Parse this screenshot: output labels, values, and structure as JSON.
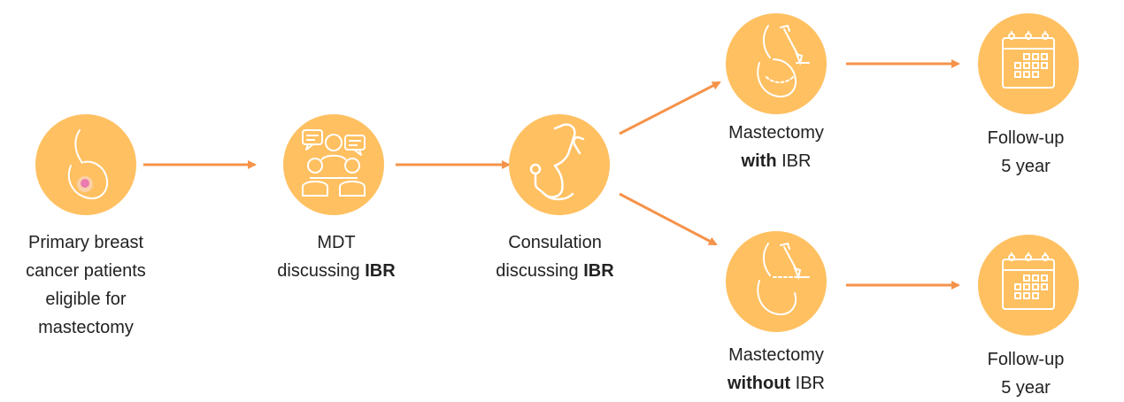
{
  "colors": {
    "node_fill": "#FFC061",
    "arrow": "#F5934A",
    "icon_stroke": "#ffffff",
    "tumor": "#E97BB0"
  },
  "nodes": [
    {
      "icon": "breast-with-tumor-icon",
      "lines": [
        "Primary breast",
        "cancer patients",
        "eligible for",
        "mastectomy"
      ]
    },
    {
      "icon": "mdt-discussion-icon",
      "line1": "MDT",
      "line2_pre": "discussing ",
      "line2_bold": "IBR"
    },
    {
      "icon": "stethoscope-icon",
      "line1": "Consulation",
      "line2_pre": "discussing ",
      "line2_bold": "IBR"
    },
    {
      "icon": "breast-reconstruction-icon",
      "line1": "Mastectomy",
      "line2_bold": "with",
      "line2_post": " IBR"
    },
    {
      "icon": "calendar-icon",
      "line1": "Follow-up",
      "line2": "5 year"
    },
    {
      "icon": "breast-removal-icon",
      "line1": "Mastectomy",
      "line2_bold": "without",
      "line2_post": " IBR"
    },
    {
      "icon": "calendar-icon",
      "line1": "Follow-up",
      "line2": "5 year"
    }
  ]
}
